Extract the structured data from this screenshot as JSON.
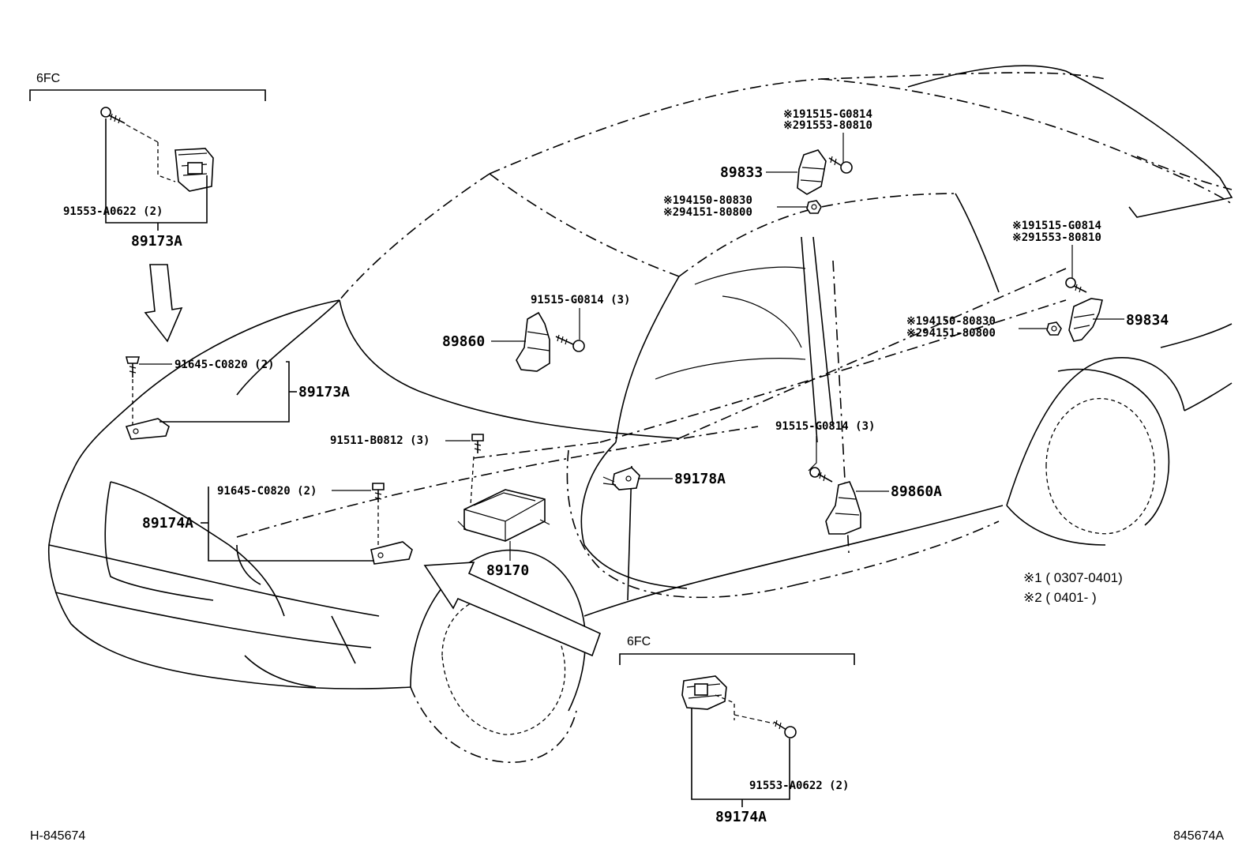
{
  "sheet": {
    "code_left": "H-845674",
    "code_right": "845674A"
  },
  "legend": {
    "note1": "※1 ( 0307-0401)",
    "note2": "※2 ( 0401-        )"
  },
  "inset_top": {
    "code": "6FC",
    "bolt": "91553-A0622 (2)",
    "assembly": "89173A"
  },
  "inset_bottom": {
    "code": "6FC",
    "bolt": "91553-A0622 (2)",
    "assembly": "89174A"
  },
  "callouts": {
    "bolt_front_upper": "91645-C0820 (2)",
    "sensor_front_upper": "89173A",
    "bolt_ecu": "91511-B0812 (3)",
    "bolt_front_lower": "91645-C0820 (2)",
    "sensor_front_lower": "89174A",
    "ecu": "89170",
    "side_sensor_left_bolt": "91515-G0814 (3)",
    "side_sensor_left": "89860",
    "side_sensor_center": "89178A",
    "side_sensor_right_bolt": "91515-G0814 (3)",
    "side_sensor_right": "89860A",
    "roof_sensor_bolt_1": "※191515-G0814",
    "roof_sensor_bolt_2": "※291553-80810",
    "roof_sensor": "89833",
    "roof_sensor_nut_1": "※194150-80830",
    "roof_sensor_nut_2": "※294151-80800",
    "rear_sensor_bolt_1": "※191515-G0814",
    "rear_sensor_bolt_2": "※291553-80810",
    "rear_sensor": "89834",
    "rear_sensor_nut_1": "※194150-80830",
    "rear_sensor_nut_2": "※294151-80800"
  }
}
